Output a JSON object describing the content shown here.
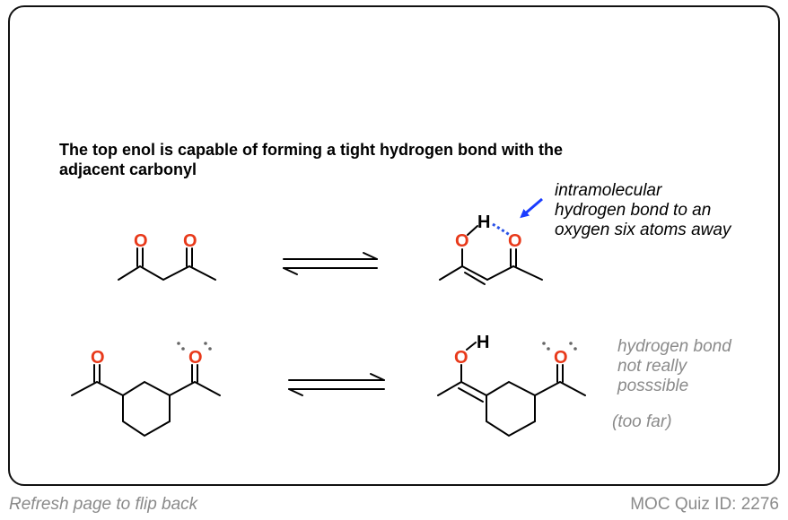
{
  "heading_line1": "The top enol is capable of forming a tight hydrogen bond with the",
  "heading_line2": "adjacent carbonyl",
  "annotation_top": {
    "line1": "intramolecular",
    "line2": "hydrogen bond to an",
    "line3": "oxygen six atoms away"
  },
  "annotation_bottom": {
    "line1": "hydrogen bond",
    "line2": "not really",
    "line3": "posssible"
  },
  "annotation_far": "(too far)",
  "atoms": {
    "oxygen": "O",
    "hydrogen": "H"
  },
  "footer_left": "Refresh page to flip back",
  "footer_right": "MOC Quiz ID: 2276",
  "colors": {
    "oxygen": "#e8391a",
    "arrow_blue": "#1a3cff",
    "hbond_blue": "#2a52e8",
    "note_gray": "#8a8a8a"
  }
}
